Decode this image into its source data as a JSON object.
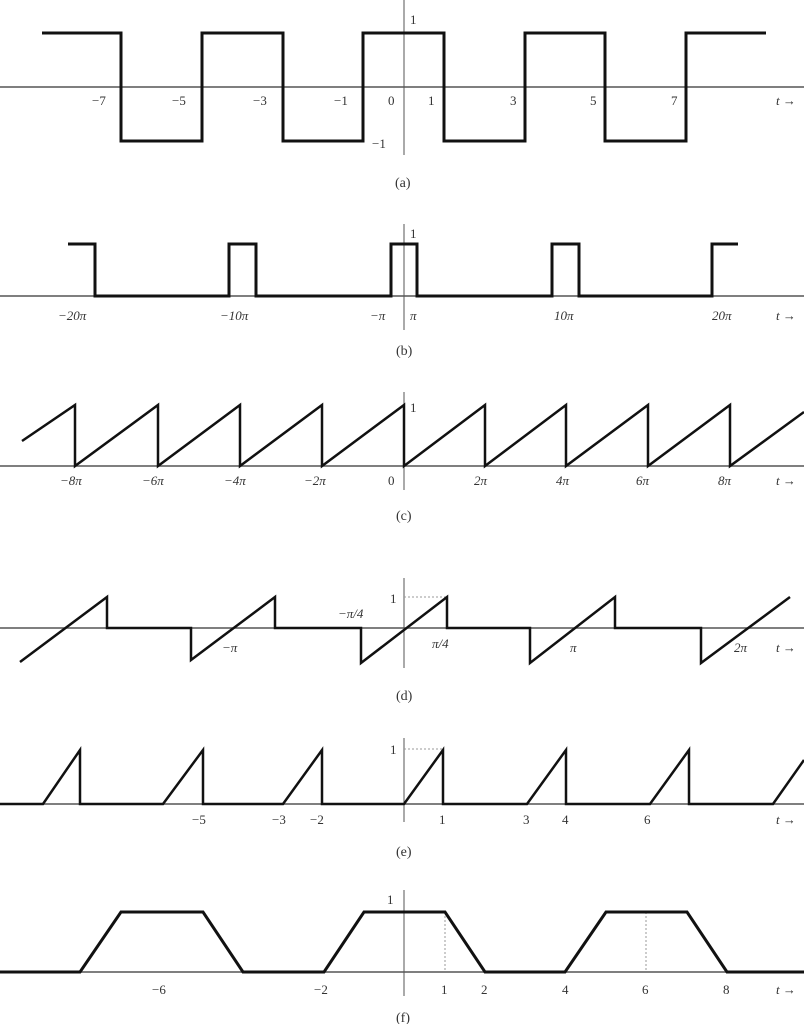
{
  "figure": {
    "axis_label": "t →",
    "panels": [
      {
        "id": "a",
        "caption": "(a)",
        "y_labels": [
          "1",
          "−1"
        ],
        "x_ticks": [
          "−7",
          "−5",
          "−3",
          "−1",
          "0",
          "1",
          "3",
          "5",
          "7"
        ],
        "description": "Square wave alternating between 1 and −1 with transitions at odd integers; value 1 on (−1,1)"
      },
      {
        "id": "b",
        "caption": "(b)",
        "y_labels": [
          "1"
        ],
        "x_ticks": [
          "−20π",
          "−10π",
          "−π",
          "π",
          "10π",
          "20π"
        ],
        "description": "Narrow rectangular pulses of height 1 and width 2π centered at multiples of 10π"
      },
      {
        "id": "c",
        "caption": "(c)",
        "y_labels": [
          "1"
        ],
        "x_ticks": [
          "−8π",
          "−6π",
          "−4π",
          "−2π",
          "0",
          "2π",
          "4π",
          "6π",
          "8π"
        ],
        "description": "Sawtooth rising from 0 to 1 over each period of 2π"
      },
      {
        "id": "d",
        "caption": "(d)",
        "y_labels": [
          "1",
          "−π/4"
        ],
        "x_ticks": [
          "−π",
          "π/4",
          "π",
          "2π"
        ],
        "description": "Ramp segments through zero at multiples of π reaching 1 at π/4, zero elsewhere"
      },
      {
        "id": "e",
        "caption": "(e)",
        "y_labels": [
          "1"
        ],
        "x_ticks": [
          "−5",
          "−3",
          "−2",
          "1",
          "3",
          "4",
          "6"
        ],
        "description": "Ramp pulses rising from 0 to 1 over 1 unit, period 3"
      },
      {
        "id": "f",
        "caption": "(f)",
        "y_labels": [
          "1"
        ],
        "x_ticks": [
          "−6",
          "−2",
          "1",
          "2",
          "4",
          "6",
          "8"
        ],
        "description": "Trapezoidal pulses of height 1, period 6"
      }
    ]
  }
}
